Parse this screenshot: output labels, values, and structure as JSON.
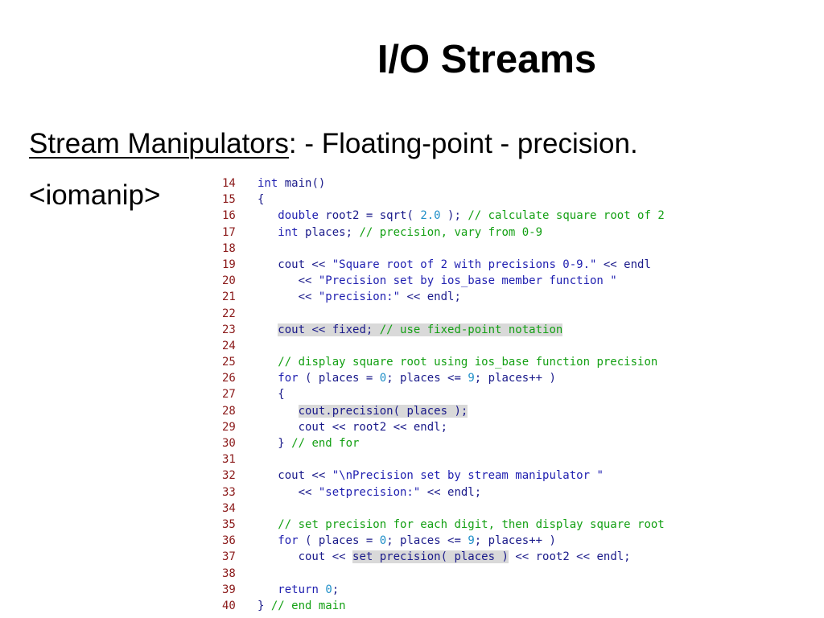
{
  "slide": {
    "title": "I/O Streams",
    "subtitle_underlined": "Stream Manipulators",
    "subtitle_rest": ": - Floating-point - precision.",
    "header": "<iomanip>"
  },
  "code_lines": [
    {
      "num": "14",
      "segs": [
        [
          "kw",
          "int"
        ],
        [
          "id",
          " main()"
        ]
      ]
    },
    {
      "num": "15",
      "segs": [
        [
          "id",
          "{"
        ]
      ]
    },
    {
      "num": "16",
      "segs": [
        [
          "id",
          "   "
        ],
        [
          "kw",
          "double"
        ],
        [
          "id",
          " root2 = sqrt( "
        ],
        [
          "num",
          "2.0"
        ],
        [
          "id",
          " ); "
        ],
        [
          "cm",
          "// calculate square root of 2"
        ]
      ]
    },
    {
      "num": "17",
      "segs": [
        [
          "id",
          "   "
        ],
        [
          "kw",
          "int"
        ],
        [
          "id",
          " places; "
        ],
        [
          "cm",
          "// precision, vary from 0-9"
        ]
      ]
    },
    {
      "num": "18",
      "segs": []
    },
    {
      "num": "19",
      "segs": [
        [
          "id",
          "   cout << "
        ],
        [
          "str",
          "\"Square root of 2 with precisions 0-9.\""
        ],
        [
          "id",
          " << endl"
        ]
      ]
    },
    {
      "num": "20",
      "segs": [
        [
          "id",
          "      << "
        ],
        [
          "str",
          "\"Precision set by ios_base member function \""
        ]
      ]
    },
    {
      "num": "21",
      "segs": [
        [
          "id",
          "      << "
        ],
        [
          "str",
          "\"precision:\""
        ],
        [
          "id",
          " << endl;"
        ]
      ]
    },
    {
      "num": "22",
      "segs": []
    },
    {
      "num": "23",
      "segs": [
        [
          "id",
          "   "
        ],
        [
          "hl:id",
          "cout << fixed; "
        ],
        [
          "hl:cm",
          "// use fixed-point notation"
        ]
      ]
    },
    {
      "num": "24",
      "segs": []
    },
    {
      "num": "25",
      "segs": [
        [
          "id",
          "   "
        ],
        [
          "cm",
          "// display square root using ios_base function precision"
        ]
      ]
    },
    {
      "num": "26",
      "segs": [
        [
          "id",
          "   "
        ],
        [
          "kw",
          "for"
        ],
        [
          "id",
          " ( places = "
        ],
        [
          "num",
          "0"
        ],
        [
          "id",
          "; places <= "
        ],
        [
          "num",
          "9"
        ],
        [
          "id",
          "; places++ )"
        ]
      ]
    },
    {
      "num": "27",
      "segs": [
        [
          "id",
          "   {"
        ]
      ]
    },
    {
      "num": "28",
      "segs": [
        [
          "id",
          "      "
        ],
        [
          "hl:id",
          "cout.precision( places );"
        ]
      ]
    },
    {
      "num": "29",
      "segs": [
        [
          "id",
          "      cout << root2 << endl;"
        ]
      ]
    },
    {
      "num": "30",
      "segs": [
        [
          "id",
          "   } "
        ],
        [
          "cm",
          "// end for"
        ]
      ]
    },
    {
      "num": "31",
      "segs": []
    },
    {
      "num": "32",
      "segs": [
        [
          "id",
          "   cout << "
        ],
        [
          "str",
          "\"\\nPrecision set by stream manipulator \""
        ]
      ]
    },
    {
      "num": "33",
      "segs": [
        [
          "id",
          "      << "
        ],
        [
          "str",
          "\"setprecision:\""
        ],
        [
          "id",
          " << endl;"
        ]
      ]
    },
    {
      "num": "34",
      "segs": []
    },
    {
      "num": "35",
      "segs": [
        [
          "id",
          "   "
        ],
        [
          "cm",
          "// set precision for each digit, then display square root"
        ]
      ]
    },
    {
      "num": "36",
      "segs": [
        [
          "id",
          "   "
        ],
        [
          "kw",
          "for"
        ],
        [
          "id",
          " ( places = "
        ],
        [
          "num",
          "0"
        ],
        [
          "id",
          "; places <= "
        ],
        [
          "num",
          "9"
        ],
        [
          "id",
          "; places++ )"
        ]
      ]
    },
    {
      "num": "37",
      "segs": [
        [
          "id",
          "      cout << "
        ],
        [
          "hl:id",
          "set precision( places )"
        ],
        [
          "id",
          " << root2 << endl;"
        ]
      ]
    },
    {
      "num": "38",
      "segs": []
    },
    {
      "num": "39",
      "segs": [
        [
          "id",
          "   "
        ],
        [
          "kw",
          "return"
        ],
        [
          "id",
          " "
        ],
        [
          "num",
          "0"
        ],
        [
          "id",
          ";"
        ]
      ]
    },
    {
      "num": "40",
      "segs": [
        [
          "id",
          "} "
        ],
        [
          "cm",
          "// end main"
        ]
      ]
    }
  ]
}
